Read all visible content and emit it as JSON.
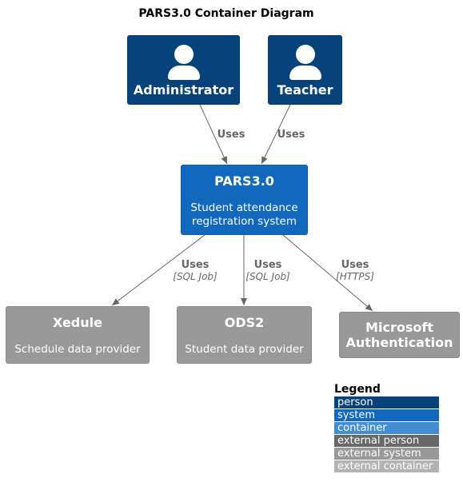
{
  "title": "PARS3.0 Container Diagram",
  "nodes": {
    "administrator": {
      "name": "Administrator"
    },
    "teacher": {
      "name": "Teacher"
    },
    "pars": {
      "name": "PARS3.0",
      "desc1": "Student attendance",
      "desc2": "registration system"
    },
    "xedule": {
      "name": "Xedule",
      "desc": "Schedule data provider"
    },
    "ods2": {
      "name": "ODS2",
      "desc": "Student data provider"
    },
    "msauth": {
      "name1": "Microsoft",
      "name2": "Authentication"
    }
  },
  "edges": {
    "admin_pars": {
      "label": "Uses"
    },
    "teacher_pars": {
      "label": "Uses"
    },
    "pars_xedule": {
      "label": "Uses",
      "tech": "[SQL Job]"
    },
    "pars_ods2": {
      "label": "Uses",
      "tech": "[SQL Job]"
    },
    "pars_msauth": {
      "label": "Uses",
      "tech": "[HTTPS]"
    }
  },
  "legend": {
    "title": "Legend",
    "items": [
      {
        "label": "person",
        "color": "#08427B"
      },
      {
        "label": "system",
        "color": "#1168BD"
      },
      {
        "label": "container",
        "color": "#438DD5"
      },
      {
        "label": "external person",
        "color": "#686868"
      },
      {
        "label": "external system",
        "color": "#999999"
      },
      {
        "label": "external container",
        "color": "#B3B3B3"
      }
    ]
  },
  "colors": {
    "person": "#08427B",
    "system": "#1168BD",
    "external": "#999999",
    "edge": "#666666"
  }
}
